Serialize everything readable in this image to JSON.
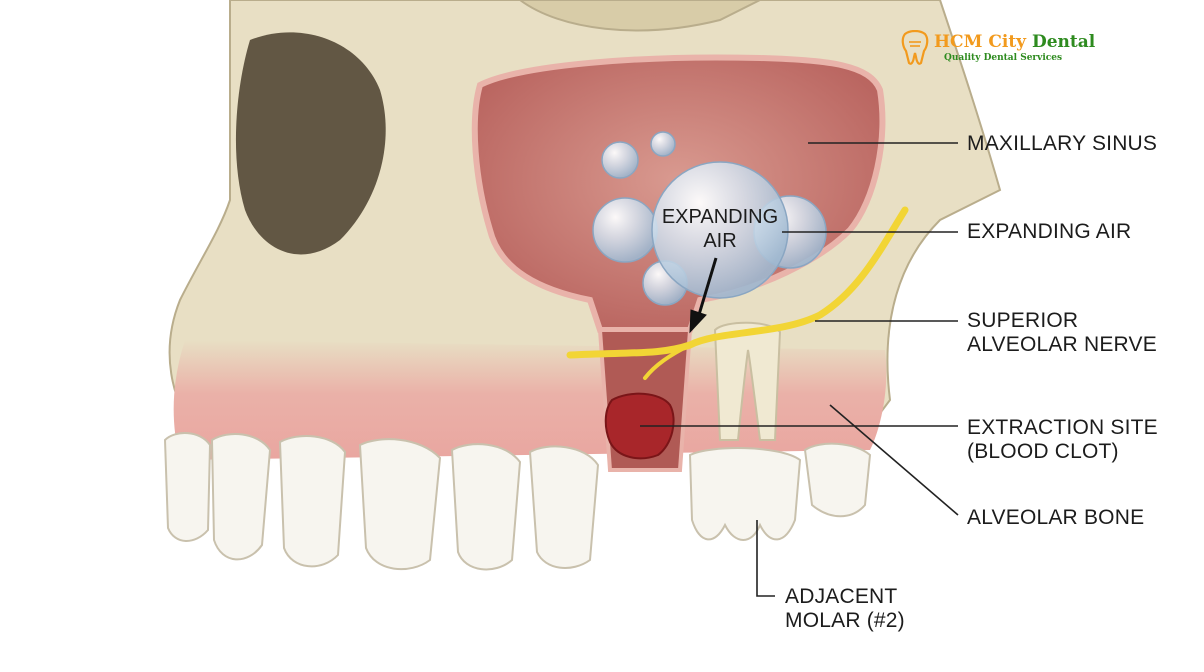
{
  "branding": {
    "logo_title_part1": "HCM City",
    "logo_title_part2": "Dental",
    "logo_subtitle": "Quality Dental Services",
    "color_orange": "#f29a1d",
    "color_green": "#2e8b1f"
  },
  "in_figure_text": {
    "line1": "EXPANDING",
    "line2": "AIR"
  },
  "labels": {
    "maxillary_sinus": "MAXILLARY SINUS",
    "expanding_air": "EXPANDING AIR",
    "nerve_line1": "SUPERIOR",
    "nerve_line2": "ALVEOLAR NERVE",
    "extraction_line1": "EXTRACTION SITE",
    "extraction_line2": "(BLOOD CLOT)",
    "alveolar_bone": "ALVEOLAR BONE",
    "molar_line1": "ADJACENT",
    "molar_line2": "MOLAR (#2)"
  },
  "colors": {
    "bone": "#e8dfc4",
    "sinus": "#c97a72",
    "gum": "#e9a6a0",
    "nerve": "#f2d535",
    "clot": "#a8262a",
    "tooth": "#f7f5ef"
  }
}
